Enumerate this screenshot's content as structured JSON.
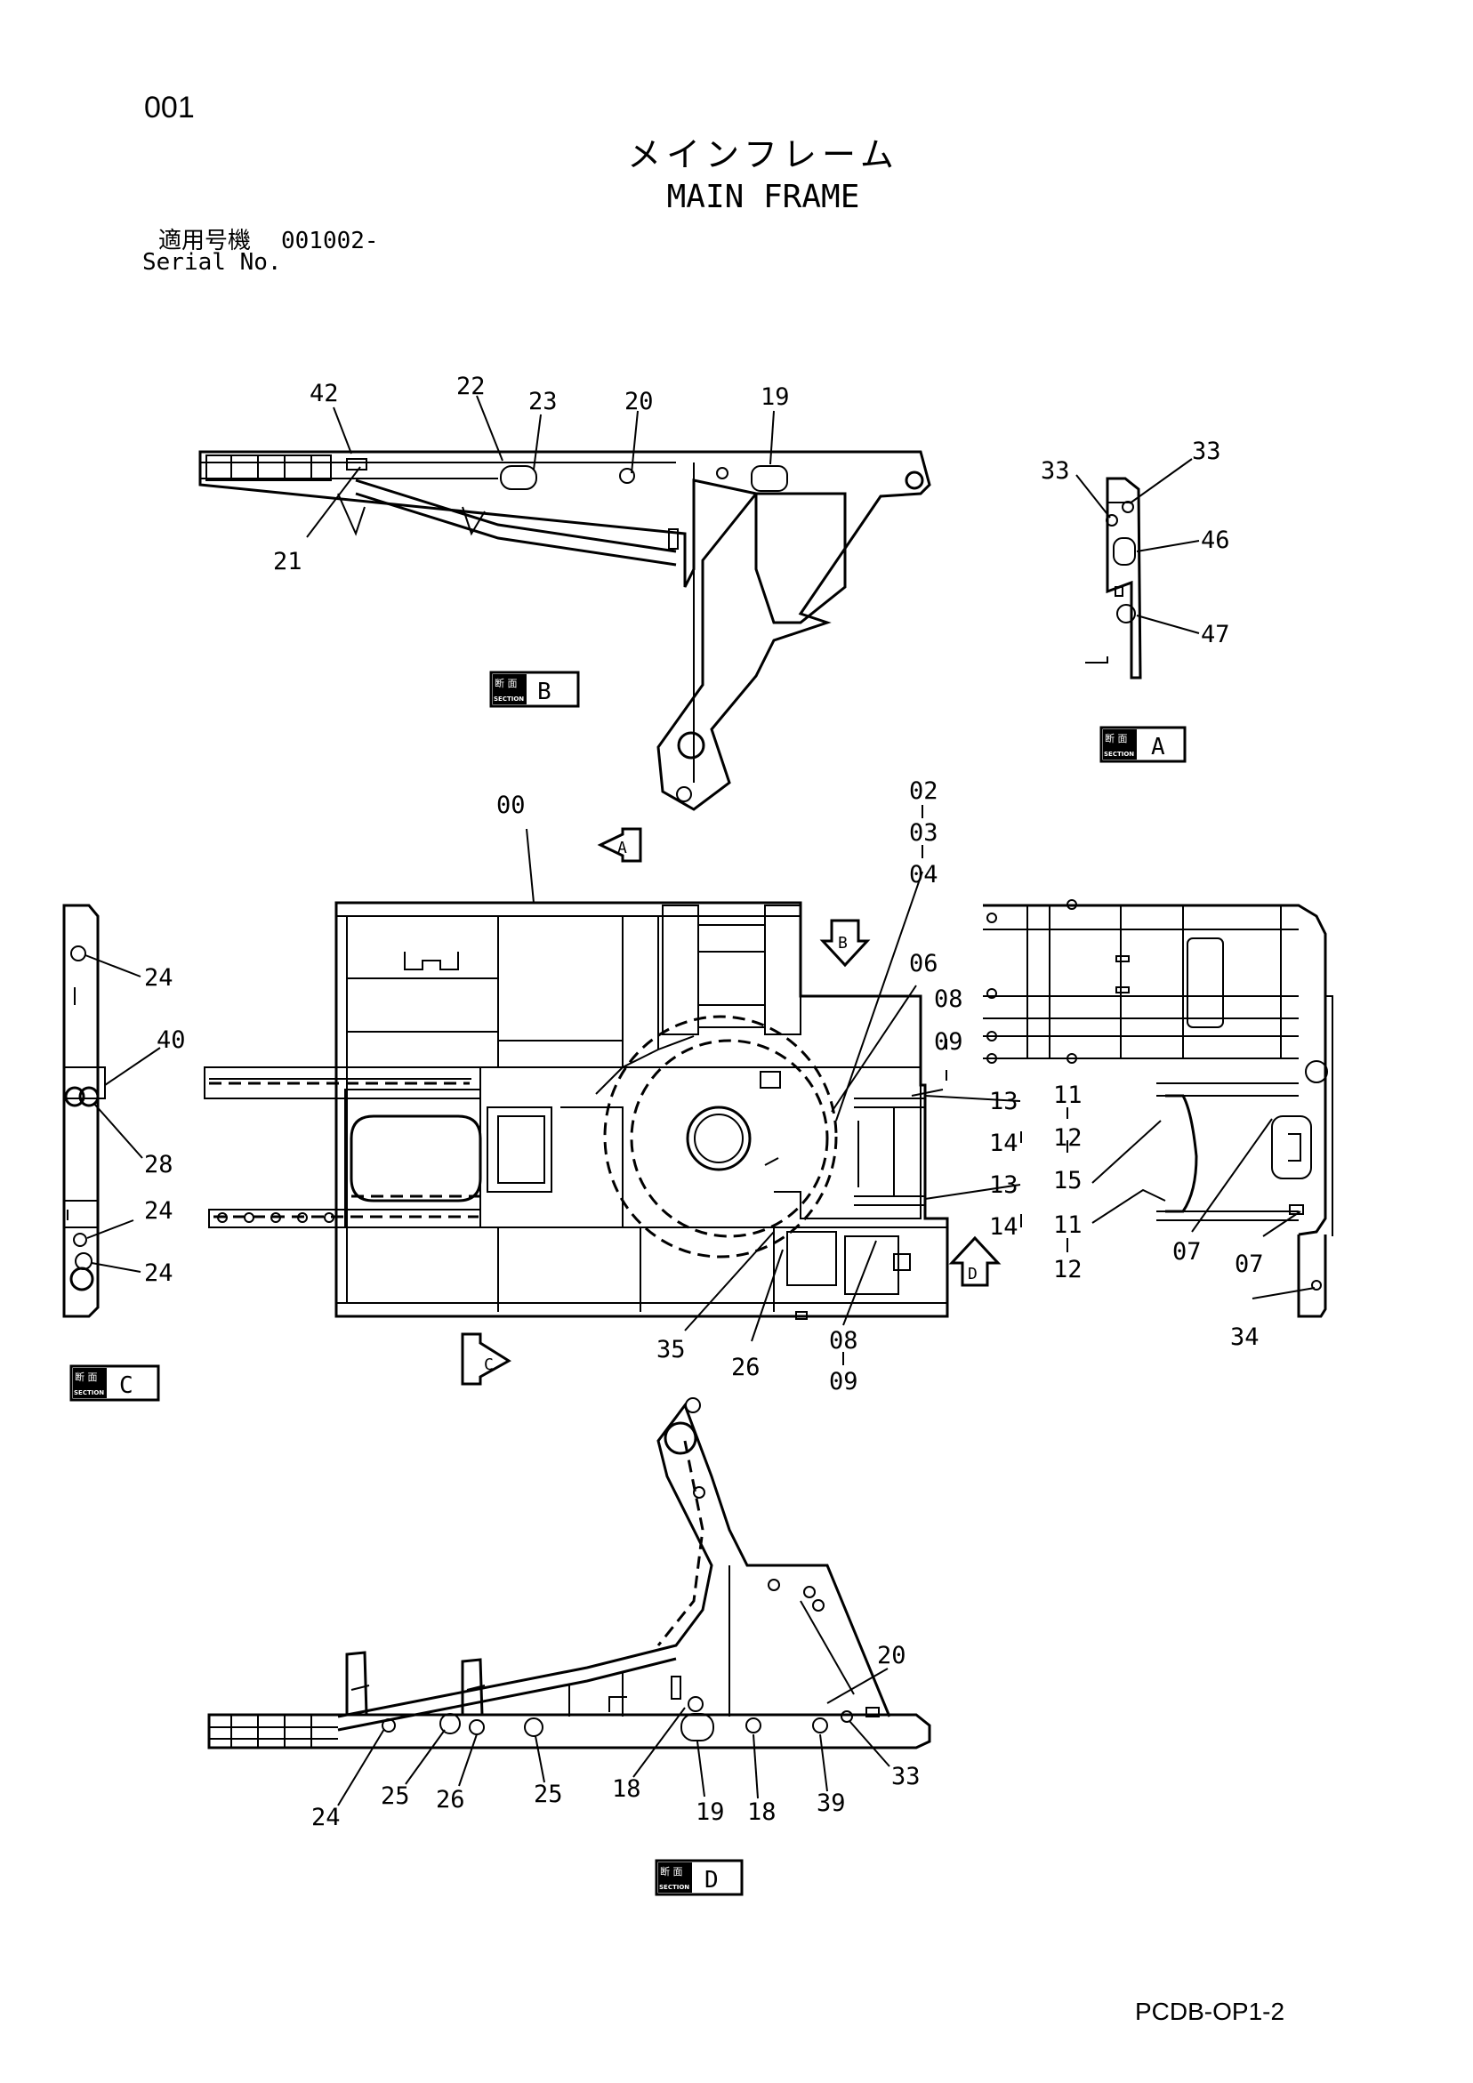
{
  "header": {
    "page_number": "001",
    "title_jp": "メインフレーム",
    "title_en": "MAIN FRAME",
    "serial_label_jp": "適用号機",
    "serial_value": "001002-",
    "serial_label_en": "Serial No."
  },
  "footer": {
    "code": "PCDB-OP1-2"
  },
  "section_labels": {
    "kanji": "断 面",
    "word": "SECTION",
    "a": "A",
    "b": "B",
    "c": "C",
    "d": "D"
  },
  "view_arrows": {
    "a": "A",
    "b": "B",
    "c": "C",
    "d": "D"
  },
  "callouts": {
    "sec_b": [
      "42",
      "22",
      "23",
      "20",
      "19",
      "21"
    ],
    "sec_a": [
      "33",
      "33",
      "46",
      "47"
    ],
    "main": [
      "00",
      "02",
      "03",
      "04",
      "06",
      "08",
      "09",
      "13",
      "14",
      "13",
      "14",
      "35",
      "26",
      "08",
      "09"
    ],
    "sec_c": [
      "24",
      "40",
      "28",
      "24",
      "24"
    ],
    "right": [
      "11",
      "12",
      "15",
      "11",
      "12",
      "07",
      "07",
      "34"
    ],
    "sec_d": [
      "20",
      "24",
      "25",
      "26",
      "25",
      "18",
      "19",
      "18",
      "39",
      "33"
    ]
  }
}
